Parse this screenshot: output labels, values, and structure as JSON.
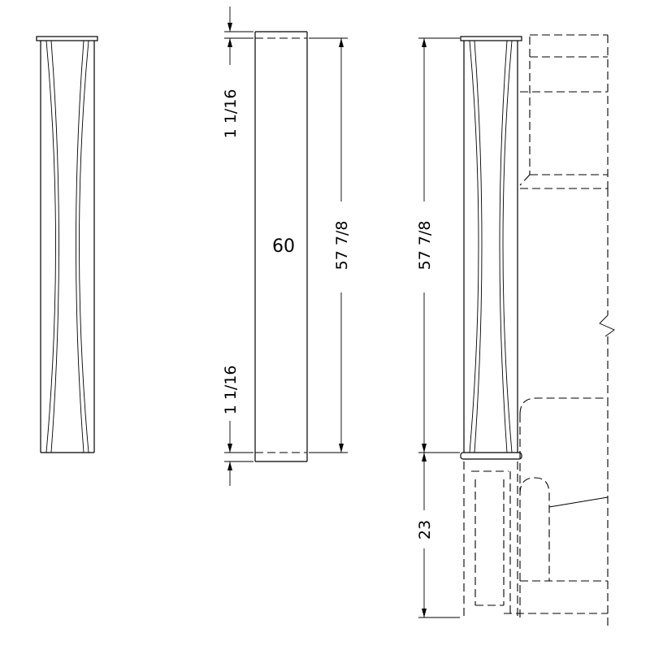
{
  "board": {
    "label": "60"
  },
  "dimensions": {
    "top_reveal": "1 1/16",
    "bottom_reveal": "1 1/16",
    "board_height": "57 7/8",
    "column_height": "57 7/8",
    "pedestal_height": "23"
  }
}
